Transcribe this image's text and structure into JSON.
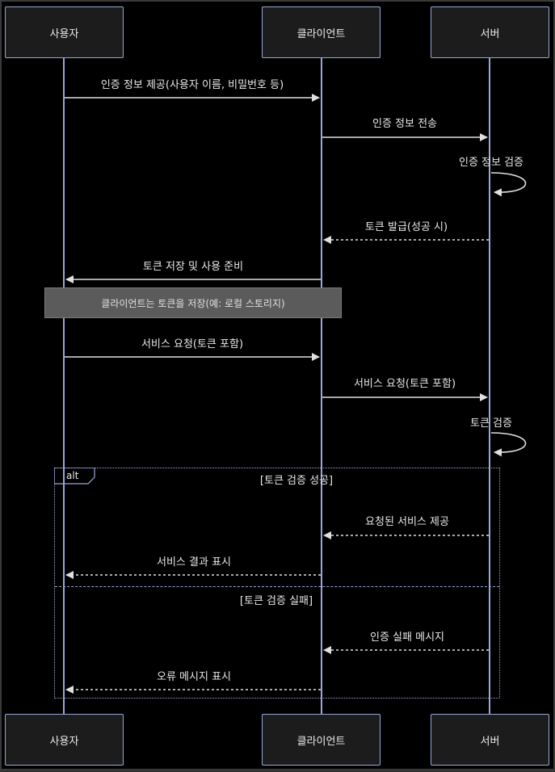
{
  "participants": [
    {
      "id": "user",
      "label": "사용자"
    },
    {
      "id": "client",
      "label": "클라이언트"
    },
    {
      "id": "server",
      "label": "서버"
    }
  ],
  "messages": [
    {
      "from": "user",
      "to": "client",
      "text": "인증 정보 제공(사용자 이름, 비밀번호 등)",
      "style": "solid"
    },
    {
      "from": "client",
      "to": "server",
      "text": "인증 정보 전송",
      "style": "solid"
    },
    {
      "from": "server",
      "to": "server",
      "text": "인증 정보 검증",
      "style": "self"
    },
    {
      "from": "server",
      "to": "client",
      "text": "토큰 발급(성공 시)",
      "style": "dashed"
    },
    {
      "from": "client",
      "to": "user",
      "text": "토큰 저장 및 사용 준비",
      "style": "solid"
    },
    {
      "from": "user",
      "to": "client",
      "text": "서비스 요청(토큰 포함)",
      "style": "solid"
    },
    {
      "from": "client",
      "to": "server",
      "text": "서비스 요청(토큰 포함)",
      "style": "solid"
    },
    {
      "from": "server",
      "to": "server",
      "text": "토큰 검증",
      "style": "self"
    },
    {
      "from": "server",
      "to": "client",
      "text": "요청된 서비스 제공",
      "style": "dashed"
    },
    {
      "from": "client",
      "to": "user",
      "text": "서비스 결과 표시",
      "style": "dashed"
    },
    {
      "from": "server",
      "to": "client",
      "text": "인증 실패 메시지",
      "style": "dashed"
    },
    {
      "from": "client",
      "to": "user",
      "text": "오류 메시지 표시",
      "style": "dashed"
    }
  ],
  "note": {
    "text": "클라이언트는 토큰을 저장(예: 로컬 스토리지)"
  },
  "alt": {
    "tag": "alt",
    "condition_success": "[토큰 검증 성공]",
    "condition_failure": "[토큰 검증 실패]"
  },
  "colors": {
    "background": "#000000",
    "line": "#9aa6d8",
    "arrow": "#e0e0e0",
    "note_fill": "#5b5b5b",
    "text": "#e8e8e8"
  }
}
